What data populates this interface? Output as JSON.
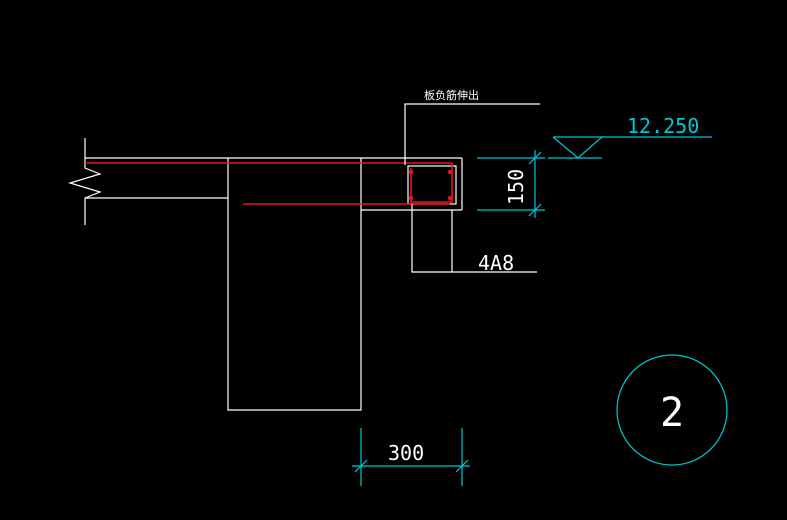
{
  "colors": {
    "background": "#000000",
    "outline": "#ffffff",
    "dimension": "#00c8d2",
    "rebar": "#e8141e"
  },
  "drawing": {
    "note_label": "板负筋伸出",
    "elevation_value": "12.250",
    "dimension_vertical": "150",
    "dimension_horizontal": "300",
    "rebar_label": "4A8",
    "section_number": "2"
  }
}
